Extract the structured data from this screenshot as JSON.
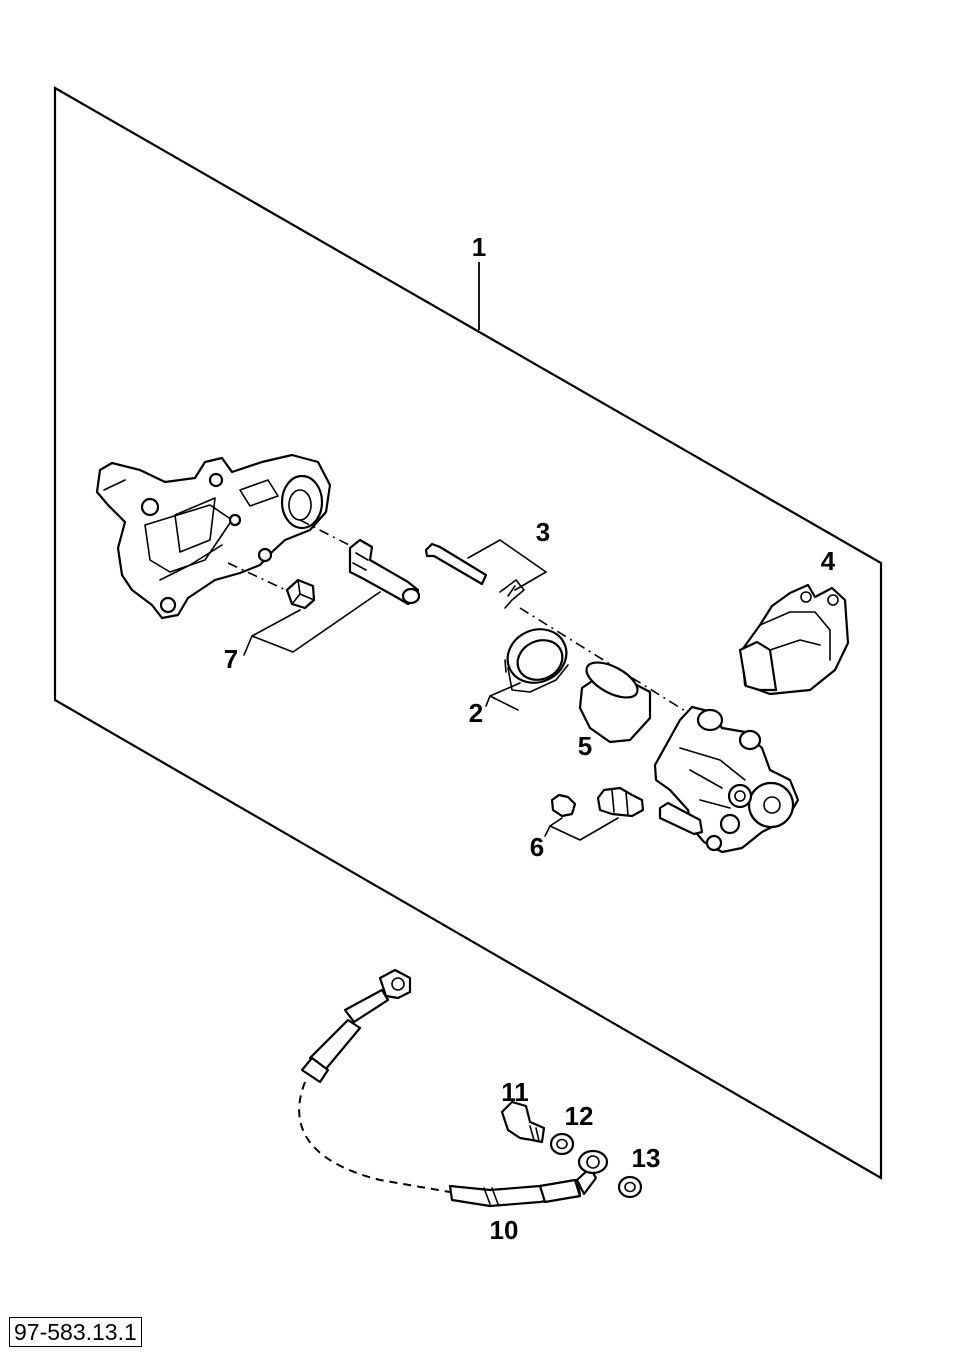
{
  "diagram": {
    "callouts": {
      "c1": "1",
      "c2": "2",
      "c3": "3",
      "c4": "4",
      "c5": "5",
      "c6": "6",
      "c7": "7",
      "c10": "10",
      "c11": "11",
      "c12": "12",
      "c13": "13"
    },
    "document_number": "97-583.13.1"
  }
}
